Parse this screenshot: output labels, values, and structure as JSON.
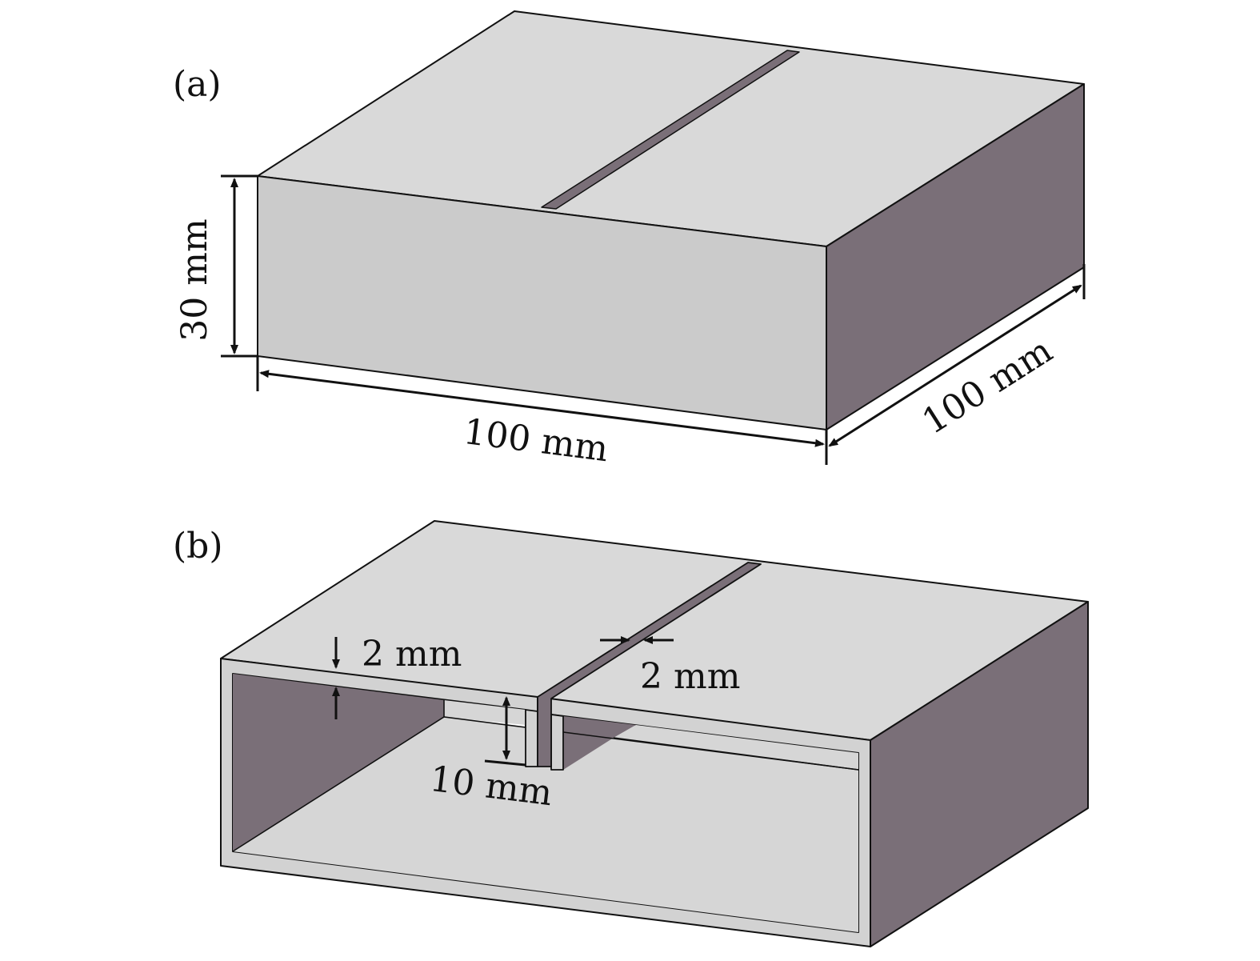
{
  "panels": {
    "a": {
      "label": "(a)",
      "height_dim": "30 mm",
      "width_dim": "100 mm",
      "depth_dim": "100 mm"
    },
    "b": {
      "label": "(b)",
      "wall_thickness_dim": "2 mm",
      "slot_width_dim": "2 mm",
      "fin_height_dim": "10 mm"
    }
  },
  "colors": {
    "top_face": "#d9d9d9",
    "front_face": "#cbcbcb",
    "side_face": "#7a6f78",
    "inner_floor": "#d6d6d6",
    "wall_section": "#d2d2d2",
    "outline": "#111111"
  }
}
